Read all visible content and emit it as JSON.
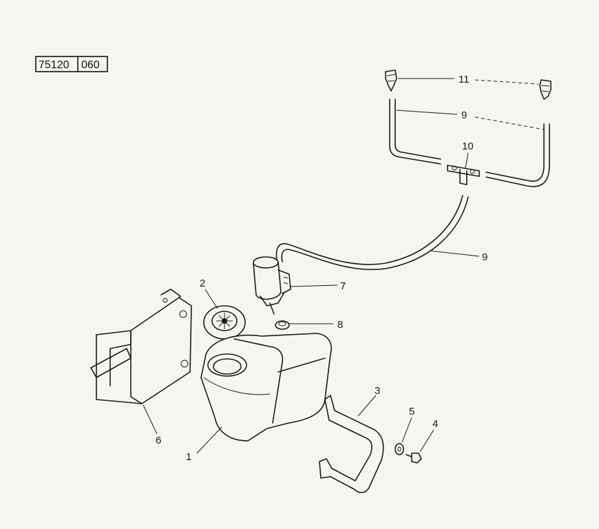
{
  "reference": {
    "group": "75120",
    "page": "060"
  },
  "callouts": [
    {
      "id": "11",
      "label": "11"
    },
    {
      "id": "9a",
      "label": "9"
    },
    {
      "id": "10",
      "label": "10"
    },
    {
      "id": "9b",
      "label": "9"
    },
    {
      "id": "7",
      "label": "7"
    },
    {
      "id": "2",
      "label": "2"
    },
    {
      "id": "8",
      "label": "8"
    },
    {
      "id": "3",
      "label": "3"
    },
    {
      "id": "5",
      "label": "5"
    },
    {
      "id": "4",
      "label": "4"
    },
    {
      "id": "6",
      "label": "6"
    },
    {
      "id": "1",
      "label": "1"
    }
  ]
}
